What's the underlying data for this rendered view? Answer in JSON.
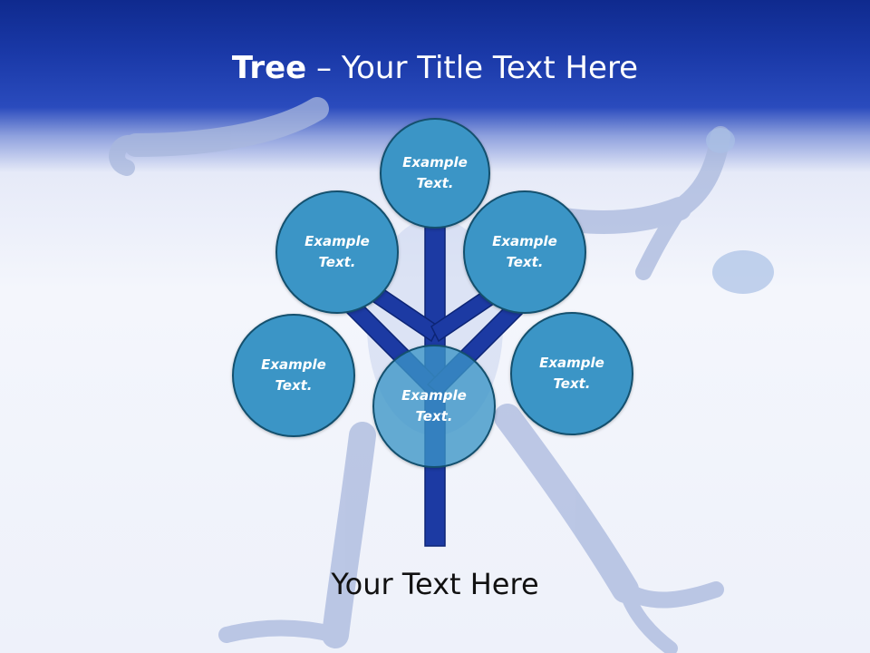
{
  "slide": {
    "title_bold": "Tree",
    "title_rest": " – Your Title Text Here",
    "footer_text": "Your Text Here"
  },
  "tree": {
    "nodes": [
      {
        "id": "top",
        "label": "Example Text."
      },
      {
        "id": "upper-left",
        "label": "Example Text."
      },
      {
        "id": "upper-right",
        "label": "Example Text."
      },
      {
        "id": "lower-left",
        "label": "Example Text."
      },
      {
        "id": "center",
        "label": "Example Text."
      },
      {
        "id": "lower-right",
        "label": "Example Text."
      }
    ],
    "colors": {
      "node_fill": "#3b95c6",
      "node_border": "#14506e",
      "trunk": "#1c3aa3",
      "header": "#1a39a8"
    }
  }
}
